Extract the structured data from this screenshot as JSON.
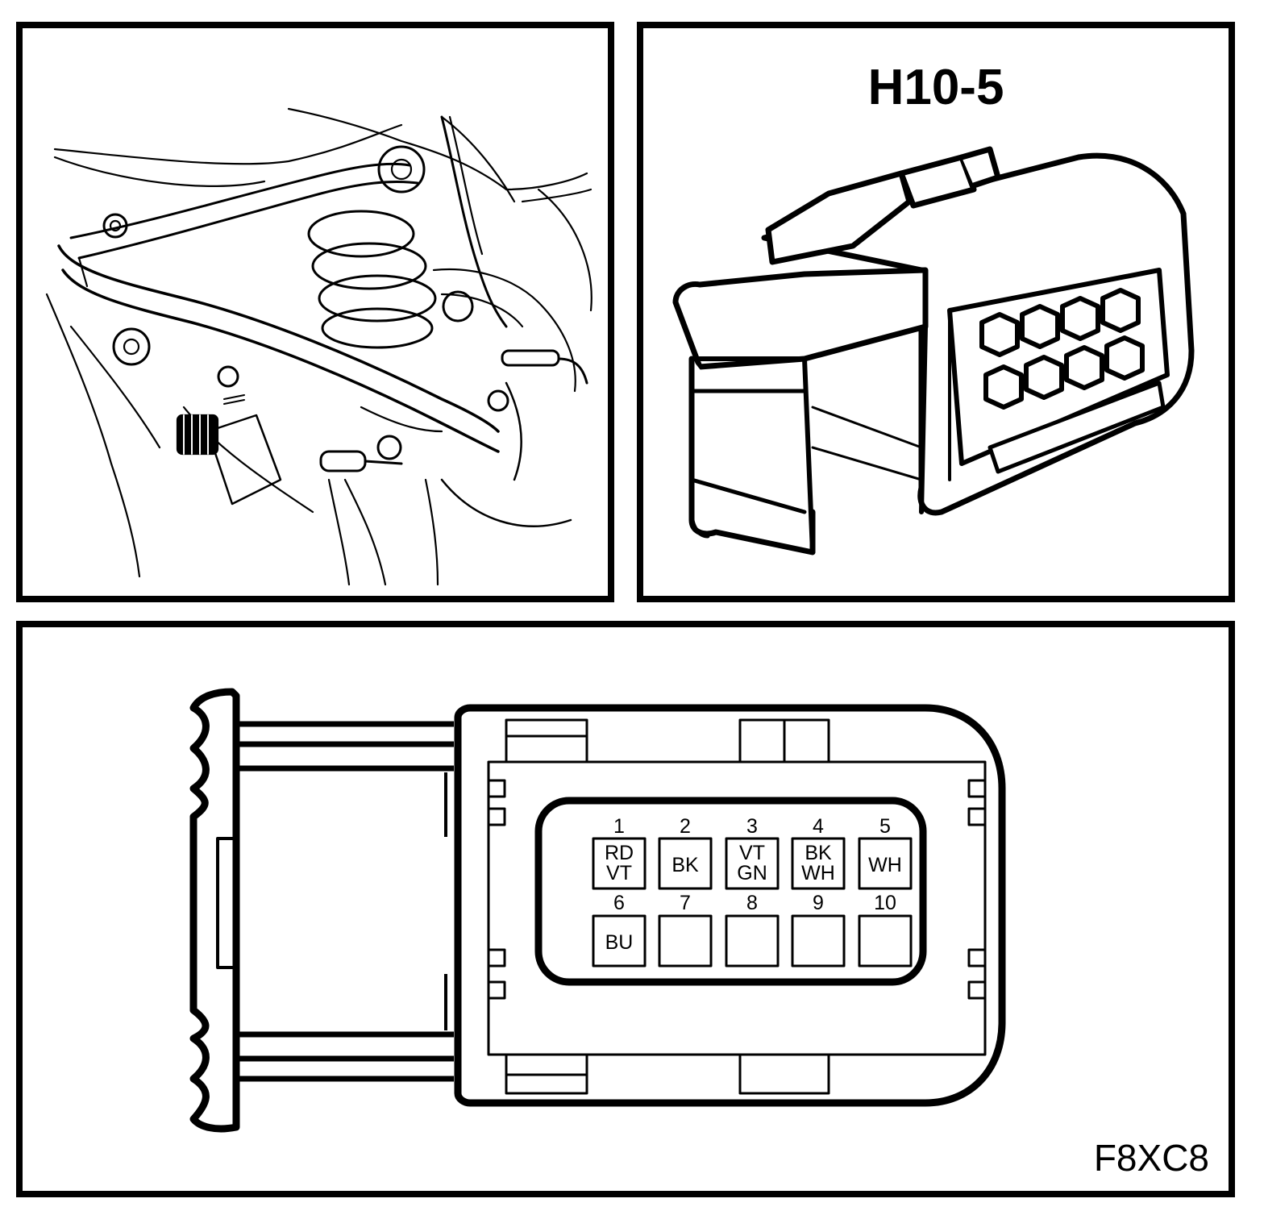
{
  "connector": {
    "id": "H10-5"
  },
  "figure_code": "F8XC8",
  "pins": [
    {
      "number": "1",
      "colors": [
        "RD",
        "VT"
      ]
    },
    {
      "number": "2",
      "colors": [
        "BK"
      ]
    },
    {
      "number": "3",
      "colors": [
        "VT",
        "GN"
      ]
    },
    {
      "number": "4",
      "colors": [
        "BK",
        "WH"
      ]
    },
    {
      "number": "5",
      "colors": [
        "WH"
      ]
    },
    {
      "number": "6",
      "colors": [
        "BU"
      ]
    },
    {
      "number": "7",
      "colors": []
    },
    {
      "number": "8",
      "colors": []
    },
    {
      "number": "9",
      "colors": []
    },
    {
      "number": "10",
      "colors": []
    }
  ]
}
